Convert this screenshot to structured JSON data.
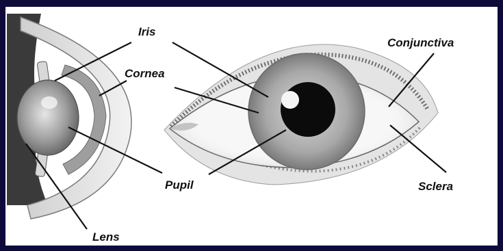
{
  "labels": {
    "iris": "Iris",
    "cornea": "Cornea",
    "pupil": "Pupil",
    "lens": "Lens",
    "conjunctiva": "Conjunctiva",
    "sclera": "Sclera"
  },
  "colors": {
    "frame": "#0e0a3a",
    "background": "#ffffff",
    "line": "#111111"
  }
}
